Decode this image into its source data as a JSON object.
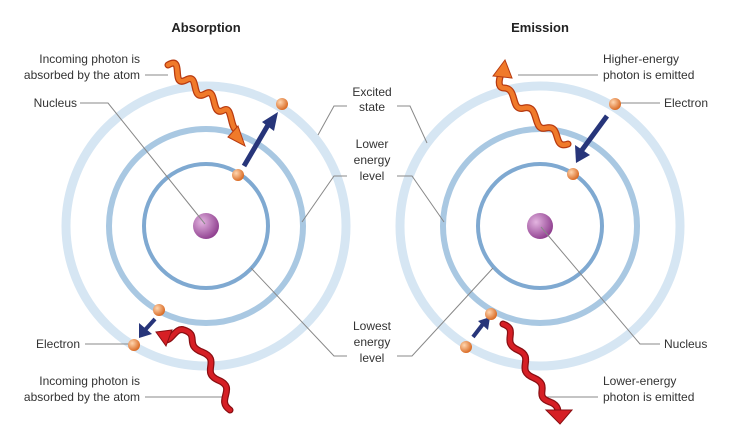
{
  "titles": {
    "left": "Absorption",
    "right": "Emission"
  },
  "absorption": {
    "incoming_photon_top_line1": "Incoming photon is",
    "incoming_photon_top_line2": "absorbed by the atom",
    "nucleus": "Nucleus",
    "electron": "Electron",
    "incoming_photon_bottom_line1": "Incoming photon is",
    "incoming_photon_bottom_line2": "absorbed by the atom"
  },
  "levels": {
    "excited_line1": "Excited",
    "excited_line2": "state",
    "lower_line1": "Lower",
    "lower_line2": "energy",
    "lower_line3": "level",
    "lowest_line1": "Lowest",
    "lowest_line2": "energy",
    "lowest_line3": "level"
  },
  "emission": {
    "higher_photon_line1": "Higher-energy",
    "higher_photon_line2": "photon is emitted",
    "electron": "Electron",
    "nucleus": "Nucleus",
    "lower_photon_line1": "Lower-energy",
    "lower_photon_line2": "photon is emitted"
  },
  "colors": {
    "outer_ring": "#d6e6f3",
    "middle_ring": "#a9c8e2",
    "inner_ring": "#7fa9d1",
    "nucleus": "#a855a6",
    "electron": "#e8894a",
    "arrow": "#27357a",
    "photon_high": "#e8631d",
    "photon_low": "#c0161c",
    "leader": "#888888"
  }
}
